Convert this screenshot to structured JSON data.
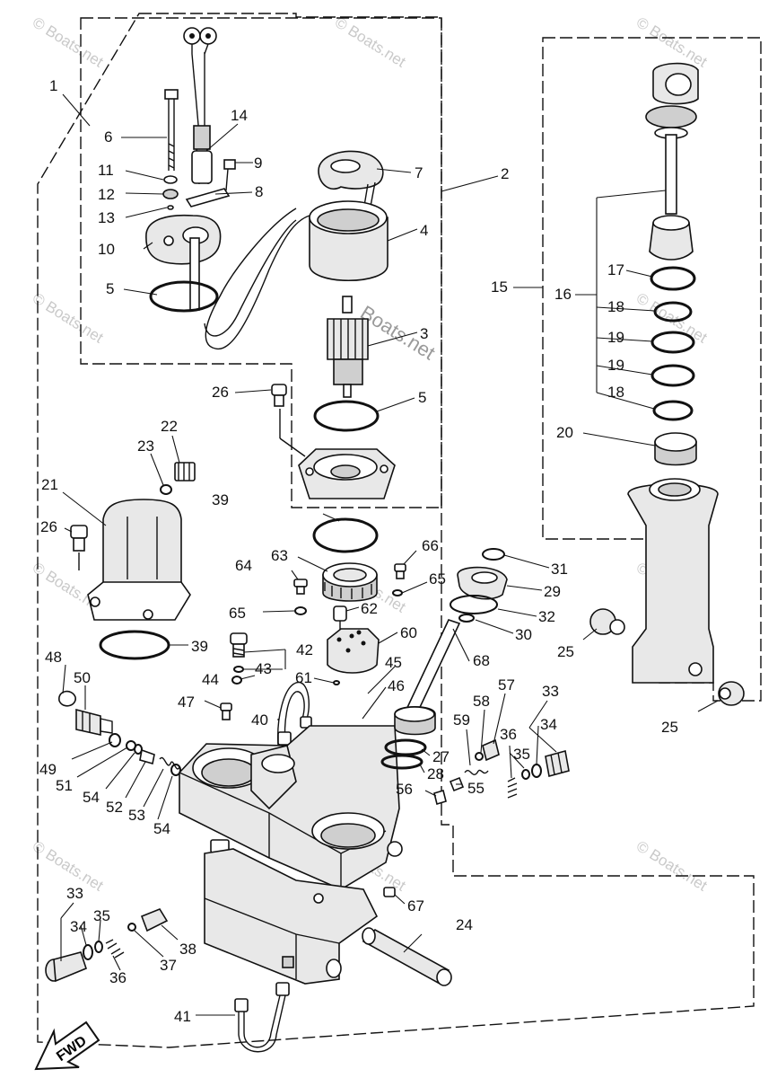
{
  "watermark": {
    "text": "© Boats.net",
    "inline_text": "Boats.net"
  },
  "direction_label": "FWD",
  "callouts": [
    "1",
    "2",
    "3",
    "4",
    "5",
    "5",
    "6",
    "7",
    "8",
    "9",
    "10",
    "11",
    "12",
    "13",
    "14",
    "15",
    "16",
    "17",
    "18",
    "18",
    "19",
    "19",
    "20",
    "21",
    "22",
    "23",
    "24",
    "25",
    "25",
    "26",
    "26",
    "27",
    "28",
    "29",
    "30",
    "31",
    "32",
    "33",
    "33",
    "34",
    "34",
    "35",
    "35",
    "36",
    "36",
    "37",
    "38",
    "39",
    "39",
    "40",
    "41",
    "42",
    "43",
    "44",
    "45",
    "46",
    "47",
    "48",
    "49",
    "50",
    "51",
    "52",
    "53",
    "54",
    "54",
    "55",
    "56",
    "57",
    "58",
    "59",
    "60",
    "61",
    "62",
    "63",
    "64",
    "65",
    "65",
    "66",
    "67",
    "68"
  ]
}
